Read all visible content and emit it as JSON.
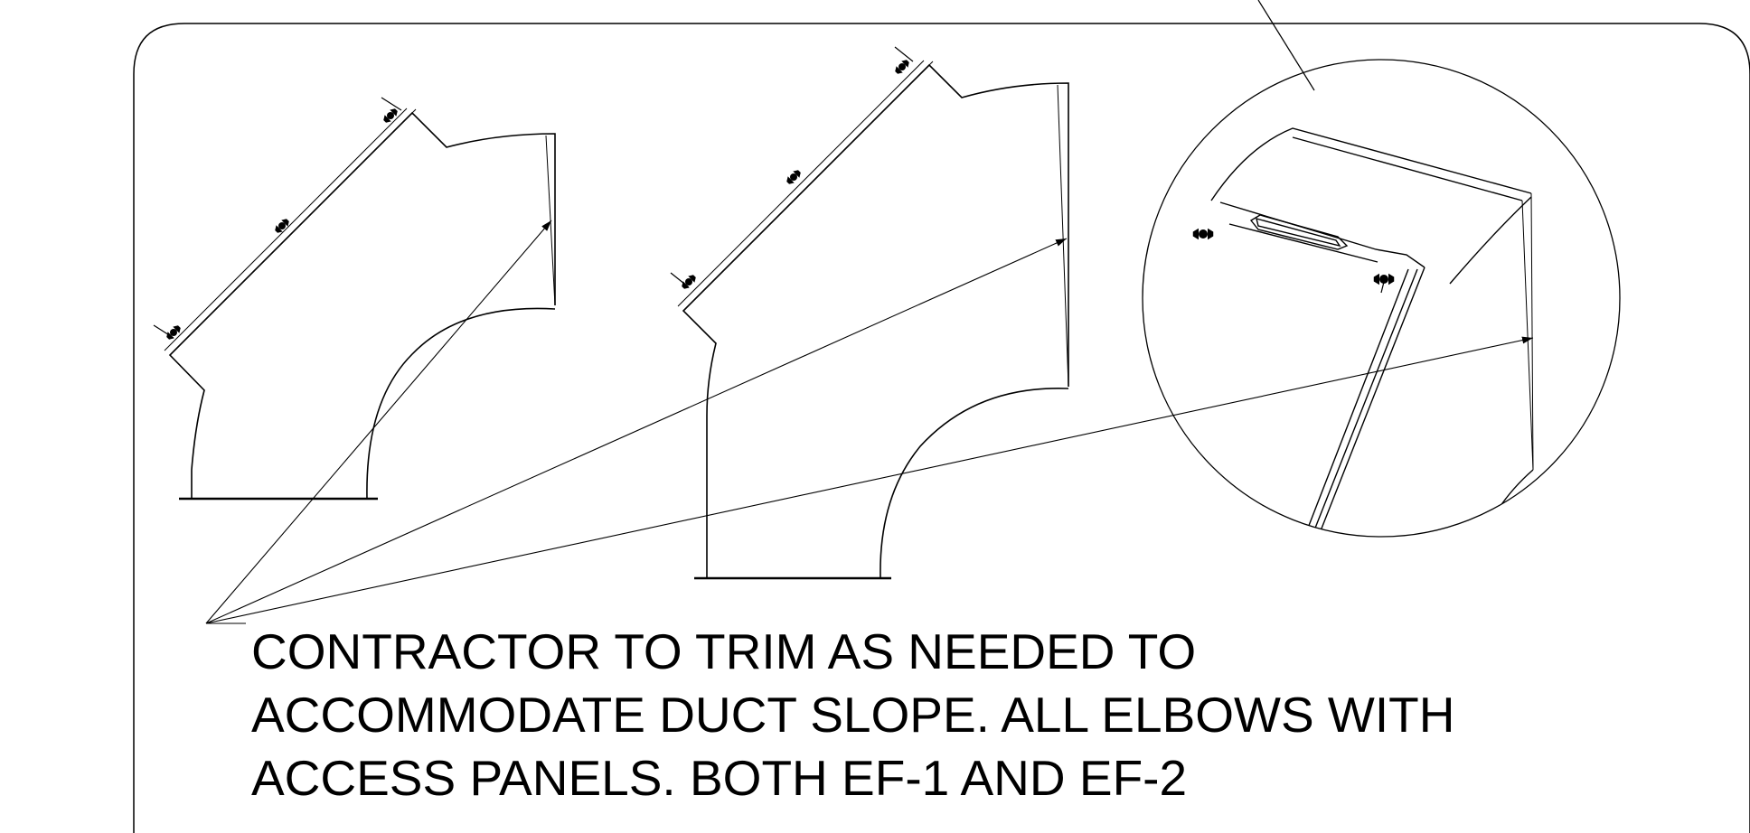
{
  "note": {
    "lines": [
      "CONTRACTOR TO TRIM AS NEEDED TO",
      "ACCOMMODATE DUCT SLOPE. ALL ELBOWS WITH",
      "ACCESS PANELS.  BOTH EF-1 AND EF-2"
    ]
  },
  "colors": {
    "line": "#000000",
    "background": "#ffffff"
  },
  "icons": {
    "fastener": "wing-nut-icon"
  }
}
